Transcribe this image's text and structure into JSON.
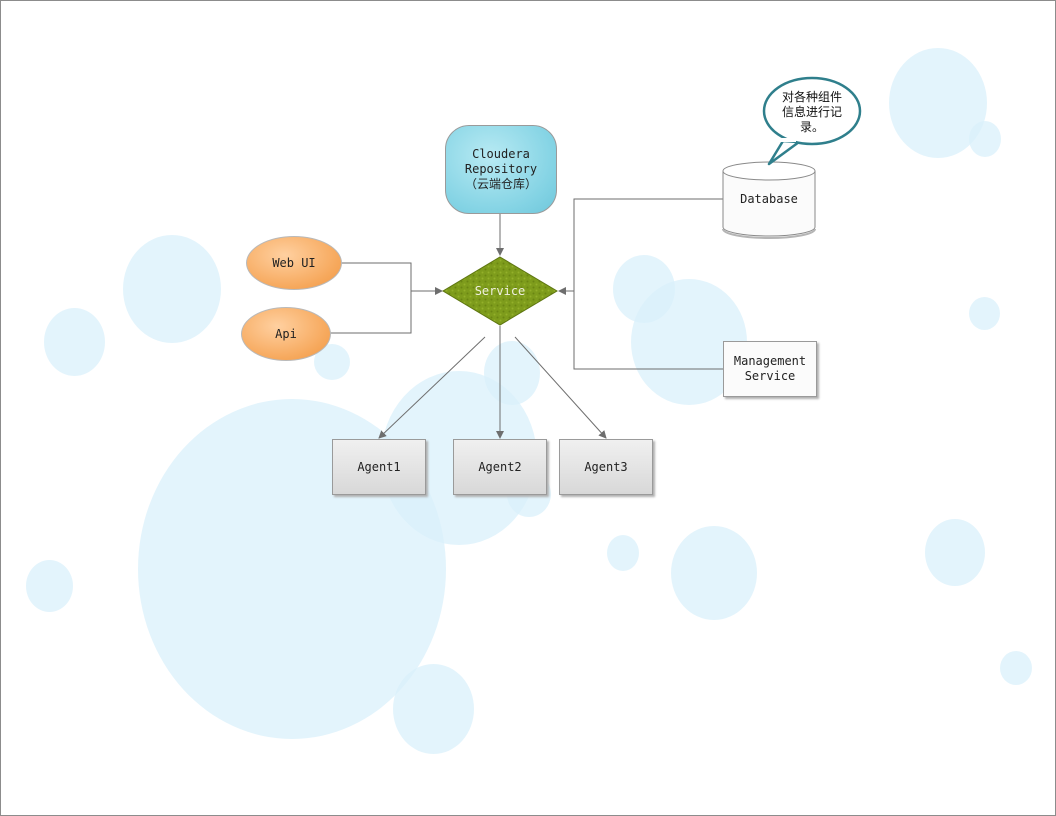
{
  "nodes": {
    "repo": {
      "label": "Cloudera\nRepository\n（云端仓库）"
    },
    "webui": {
      "label": "Web UI"
    },
    "api": {
      "label": "Api"
    },
    "service": {
      "label": "Service"
    },
    "database": {
      "label": "Database"
    },
    "management": {
      "label": "Management\nService"
    },
    "agent1": {
      "label": "Agent1"
    },
    "agent2": {
      "label": "Agent2"
    },
    "agent3": {
      "label": "Agent3"
    }
  },
  "callout": {
    "text": "对各种组件\n信息进行记\n录。"
  },
  "colors": {
    "oval_fill": "#f6a75a",
    "repo_fill": "#83d3e4",
    "service_fill": "#7e9c1c",
    "callout_border": "#2f7f8c",
    "bubble": "#daf0fb",
    "connector": "#6e6e6e"
  }
}
